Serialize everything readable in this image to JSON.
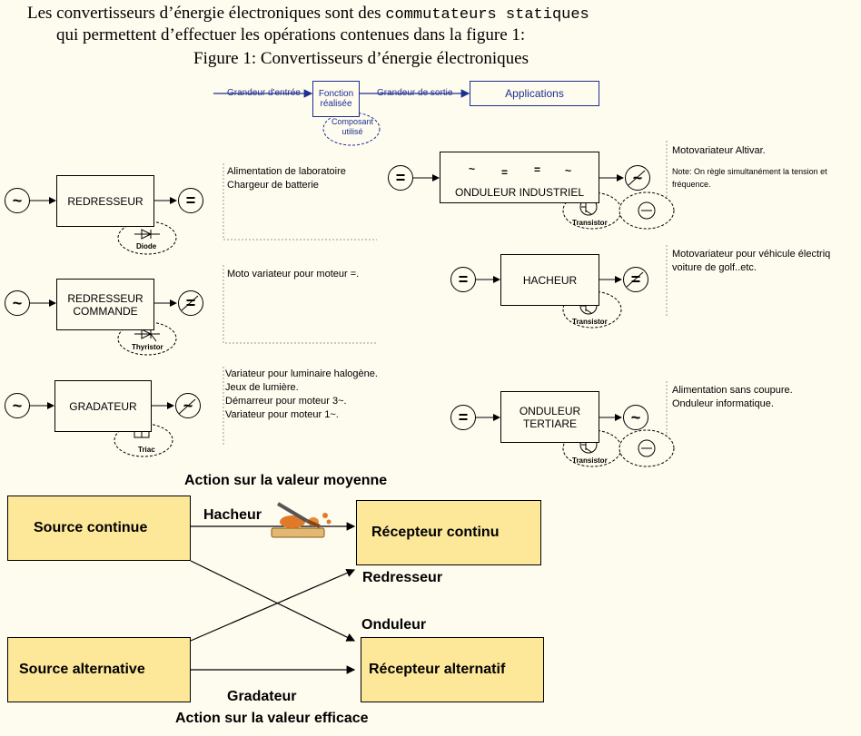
{
  "intro": {
    "line1_a": "Les convertisseurs d’énergie électroniques sont des",
    "line1_b": "commutateurs statiques",
    "line2": "qui permettent d’effectuer les opérations contenues dans la figure 1:"
  },
  "figure_title": "Figure 1: Convertisseurs d’énergie électroniques",
  "legend": {
    "input": "Grandeur d'entrée",
    "function": "Fonction réalisée",
    "output": "Grandeur de sortie",
    "applications": "Applications",
    "component": "Composant utilisé"
  },
  "converters": {
    "redresseur": {
      "label": "REDRESSEUR",
      "component": "Diode",
      "apps": [
        "Alimentation de laboratoire",
        "Chargeur de batterie"
      ]
    },
    "redresseur_commande": {
      "label1": "REDRESSEUR",
      "label2": "COMMANDE",
      "component": "Thyristor",
      "apps": [
        "Moto variateur pour moteur =."
      ]
    },
    "gradateur": {
      "label": "GRADATEUR",
      "component": "Triac",
      "apps": [
        "Variateur pour luminaire halogène.",
        "Jeux de lumière.",
        "Démarreur pour moteur 3~.",
        "Variateur pour moteur 1~."
      ]
    },
    "onduleur_industriel": {
      "label": "ONDULEUR INDUSTRIEL",
      "component": "Transistor",
      "apps": [
        "Motovariateur Altivar."
      ],
      "note1": "Note: On règle simultanément  la tension et",
      "note2": "fréquence."
    },
    "hacheur": {
      "label": "HACHEUR",
      "component": "Transistor",
      "apps": [
        "Motovariateur pour véhicule électriq",
        "voiture de golf..etc."
      ]
    },
    "onduleur_tertiaire": {
      "label1": "ONDULEUR",
      "label2": "TERTIARE",
      "component": "Transistor",
      "apps": [
        "Alimentation sans coupure.",
        "Onduleur informatique."
      ]
    }
  },
  "symbols": {
    "dc": "=",
    "ac": "~"
  },
  "bottom": {
    "action_moyenne": "Action sur la valeur moyenne",
    "action_efficace": "Action sur la valeur efficace",
    "source_continue": "Source continue",
    "source_alternative": "Source alternative",
    "recepteur_continu": "Récepteur continu",
    "recepteur_alternatif": "Récepteur alternatif",
    "hacheur": "Hacheur",
    "redresseur": "Redresseur",
    "onduleur": "Onduleur",
    "gradateur": "Gradateur"
  },
  "colors": {
    "yellow": "#fde89a",
    "blue": "#1f2f8f",
    "background": "#fefbef"
  }
}
